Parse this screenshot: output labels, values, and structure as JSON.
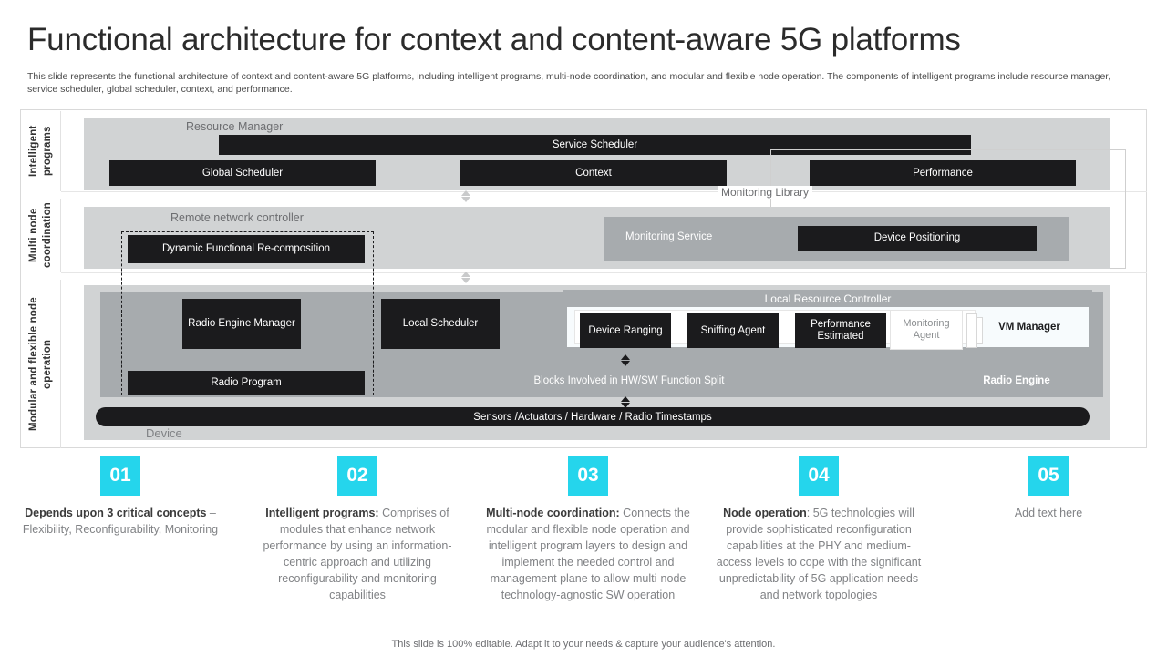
{
  "slide": {
    "title": "Functional architecture for context and content-aware 5G platforms",
    "subtitle": "This slide represents the functional architecture of context and content-aware 5G platforms, including intelligent programs, multi-node coordination, and modular and flexible node operation. The components of intelligent programs include resource manager, service scheduler, global scheduler, context, and performance.",
    "footer": "This slide is 100% editable. Adapt it to your needs & capture your audience's attention."
  },
  "diagram": {
    "row_labels": {
      "intelligent_programs": "Intelligent programs",
      "multi_node_coordination": "Multi node coordination",
      "modular_node_operation": "Modular and flexible node operation"
    },
    "intelligent_programs": {
      "group_label": "Resource Manager",
      "service_scheduler": "Service Scheduler",
      "global_scheduler": "Global Scheduler",
      "context": "Context",
      "performance": "Performance",
      "monitoring_library": "Monitoring Library"
    },
    "multi_node": {
      "group_label": "Remote network controller",
      "dynamic_functional_recomposition": "Dynamic Functional Re-composition",
      "monitoring_service": "Monitoring Service",
      "device_positioning": "Device Positioning"
    },
    "node_operation": {
      "radio_engine_manager": "Radio Engine Manager",
      "local_scheduler": "Local Scheduler",
      "local_resource_controller": "Local Resource Controller",
      "device_ranging": "Device Ranging",
      "sniffing_agent": "Sniffing Agent",
      "performance_estimated": "Performance Estimated",
      "monitoring_agent": "Monitoring Agent",
      "vm_manager": "VM Manager",
      "radio_program": "Radio Program",
      "blocks_involved": "Blocks Involved  in HW/SW Function Split",
      "radio_engine": "Radio Engine",
      "sensors_bar": "Sensors /Actuators / Hardware  / Radio Timestamps",
      "device": "Device"
    }
  },
  "callouts": [
    {
      "number": "01",
      "bold": "Depends upon 3 critical concepts",
      "rest": " – Flexibility, Reconfigurability, Monitoring"
    },
    {
      "number": "02",
      "bold": "Intelligent programs:",
      "rest": " Comprises of modules that enhance network performance by using an information-centric approach and utilizing reconfigurability and monitoring capabilities"
    },
    {
      "number": "03",
      "bold": "Multi-node coordination:",
      "rest": " Connects the modular and flexible node operation and intelligent program layers to design and implement the needed control and management plane to allow multi-node technology-agnostic SW operation"
    },
    {
      "number": "04",
      "bold": "Node operation",
      "rest": ": 5G technologies will provide sophisticated reconfiguration capabilities at the PHY and medium-access levels to cope with the significant unpredictability of 5G application needs and network topologies"
    },
    {
      "number": "05",
      "bold": "",
      "rest": "Add text here"
    }
  ],
  "colors": {
    "accent": "#25D5EC",
    "block_dark": "#1B1B1D",
    "band_light": "#D1D3D4",
    "band_mid": "#A7ABAE"
  }
}
